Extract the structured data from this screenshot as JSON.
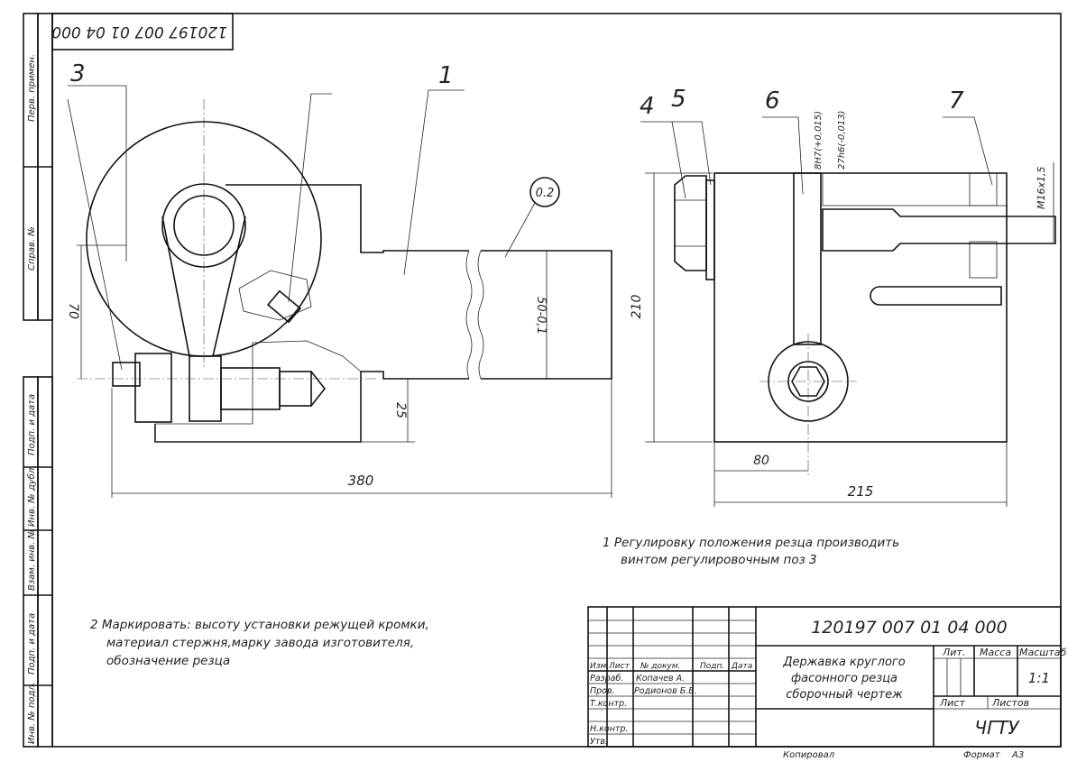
{
  "drawing": {
    "doc_number_main": "120197 007 01 04 000",
    "doc_number_rotated": "120197 007 01 04 000",
    "notes": [
      "1  Регулировку положения резца производить",
      "винтом регулировочным поз 3",
      "2  Маркировать: высоту установки режущей кромки,",
      "материал стержня,марку завода изготовителя,",
      "обозначение резца"
    ],
    "part_labels": [
      "1",
      "3",
      "4",
      "5",
      "6",
      "7"
    ],
    "surface_mark": "0.2",
    "dimensions": {
      "d380": "380",
      "d70": "70",
      "d25": "25",
      "d50": "50-0,1",
      "d210": "210",
      "d80": "80",
      "d215": "215",
      "fit1": "8H7(+0,015)",
      "fit2": "27h6(-0,013)",
      "thread": "M16x1,5"
    }
  },
  "side_strip": {
    "labels": [
      "Перв. примен.",
      "Справ. №",
      "Подп. и дата",
      "Инв. № дубл.",
      "Взам. инв. №",
      "Подп. и дата",
      "Инв. № подл."
    ]
  },
  "title_block": {
    "designation": "120197 007 01 04 000",
    "title_lines": [
      "Державка круглого",
      "фасонного резца",
      "сборочный чертеж"
    ],
    "header_labels": [
      "Изм.",
      "Лист",
      "№ докум.",
      "Подп.",
      "Дата"
    ],
    "roles": [
      "Разраб.",
      "Пров.",
      "Т.контр.",
      "Н.контр.",
      "Утв."
    ],
    "names": [
      "Копачев А.",
      "Родионов Б.В."
    ],
    "lit_label": "Лит.",
    "mass_label": "Масса",
    "scale_label": "Масштаб",
    "scale_value": "1:1",
    "sheet_label": "Лист",
    "sheets_label": "Листов",
    "organization": "ЧГТУ"
  },
  "footer": {
    "copied": "Копировал",
    "format_label": "Формат",
    "format_value": "А3"
  }
}
